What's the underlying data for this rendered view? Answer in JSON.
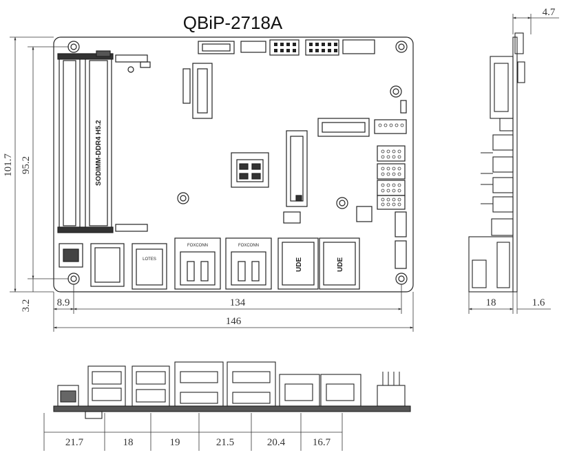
{
  "title": "QBiP-2718A",
  "top_view": {
    "dims": {
      "height_total": "101.7",
      "height_inner": "95.2",
      "bottom_offset": "3.2",
      "left_offset": "8.9",
      "hole_span": "134",
      "width_total": "146"
    },
    "silkscreen": {
      "sodimm": "SODIMM-DDR4  H5.2",
      "usb_brand": "LOTES",
      "hdmi_brand_1": "FOXCONN",
      "hdmi_brand_2": "FOXCONN",
      "lan_logo_1": "UDE",
      "lan_logo_2": "UDE"
    }
  },
  "side_view": {
    "dims": {
      "top_thickness": "4.7",
      "depth": "18",
      "pcb_thickness": "1.6"
    }
  },
  "front_view": {
    "dims": [
      "21.7",
      "18",
      "19",
      "21.5",
      "20.4",
      "16.7"
    ]
  }
}
